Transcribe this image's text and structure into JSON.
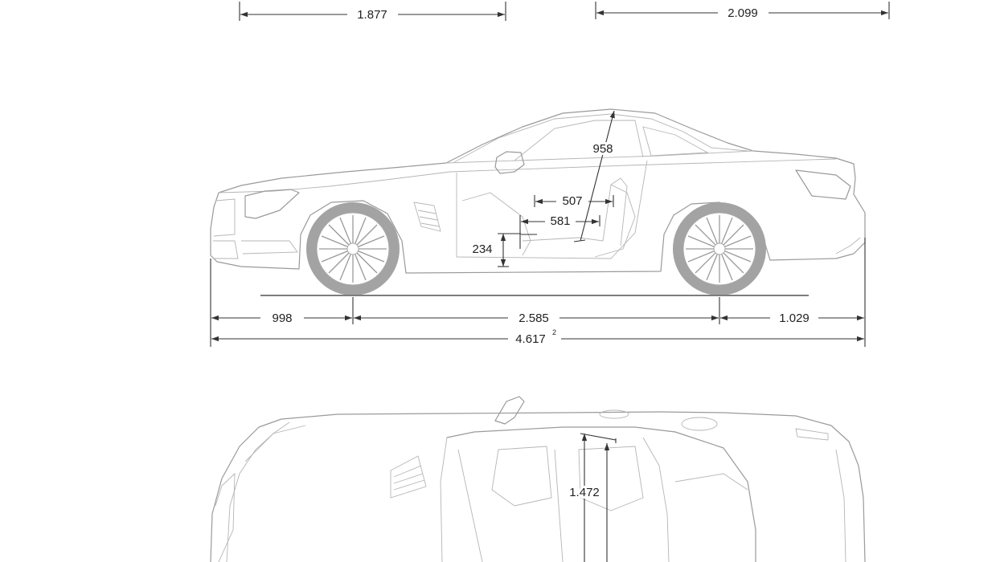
{
  "dimensions": {
    "front_track": "1.877",
    "overall_width": "2.099",
    "headroom": "958",
    "shoulder": "507",
    "seat_depth": "581",
    "seat_height": "234",
    "front_overhang": "998",
    "wheelbase": "2.585",
    "rear_overhang": "1.029",
    "overall_length": "4.617",
    "overall_length_note": "2",
    "roof_height": "1.472"
  },
  "colors": {
    "dimension_lines": "#333333",
    "car_outline": "#9a9a9a",
    "tyres": "#a3a3a3"
  }
}
